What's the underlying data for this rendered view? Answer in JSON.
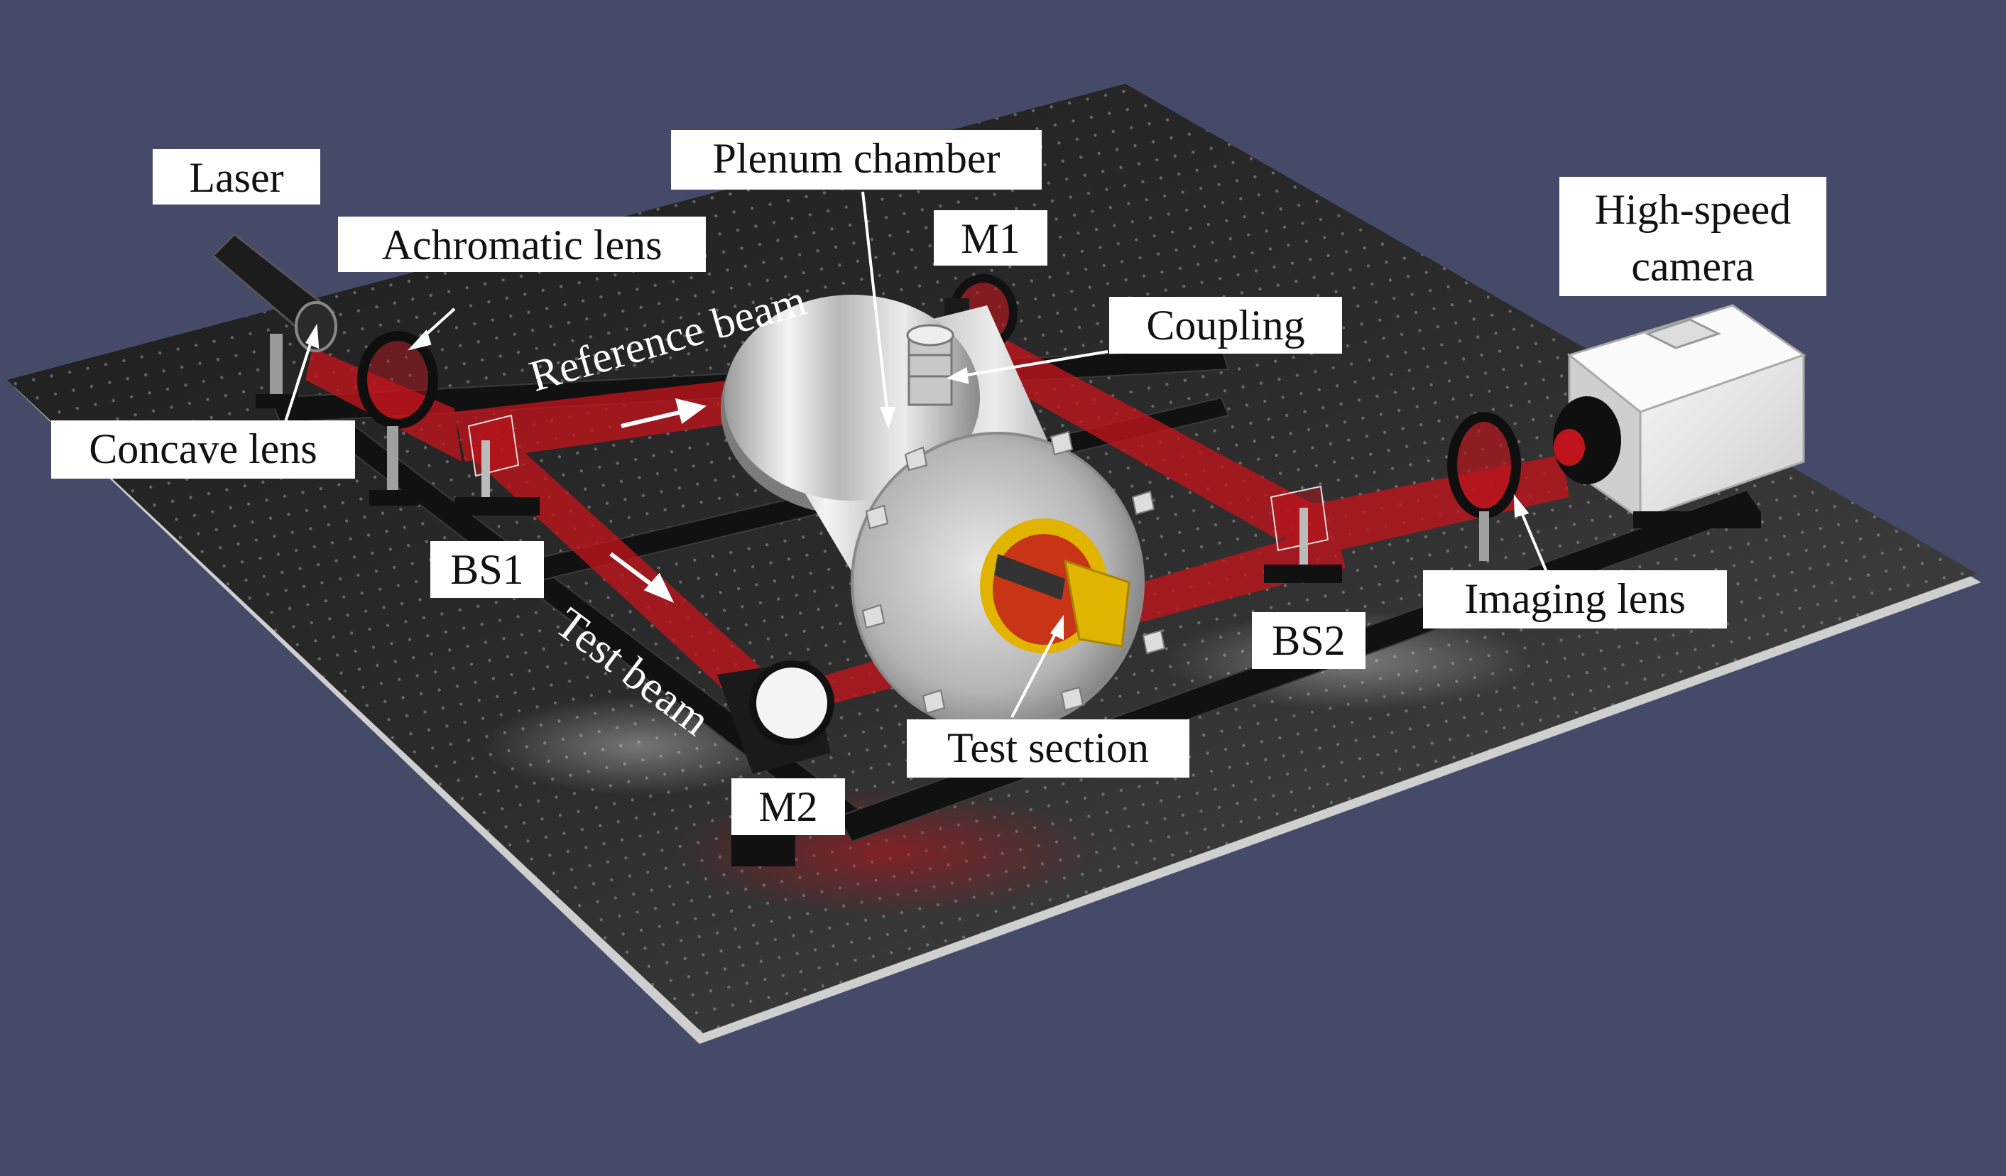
{
  "labels": {
    "laser": "Laser",
    "achromatic_lens": "Achromatic lens",
    "concave_lens": "Concave lens",
    "plenum_chamber": "Plenum chamber",
    "m1": "M1",
    "coupling": "Coupling",
    "high_speed_camera_line1": "High-speed",
    "high_speed_camera_line2": "camera",
    "bs1": "BS1",
    "bs2": "BS2",
    "imaging_lens": "Imaging lens",
    "test_section": "Test section",
    "m2": "M2"
  },
  "beams": {
    "reference": "Reference beam",
    "test": "Test beam"
  },
  "colors": {
    "background": "#444a68",
    "table": "#2a2a2a",
    "laser_beam": "#c0141c",
    "label_bg": "#ffffff"
  }
}
